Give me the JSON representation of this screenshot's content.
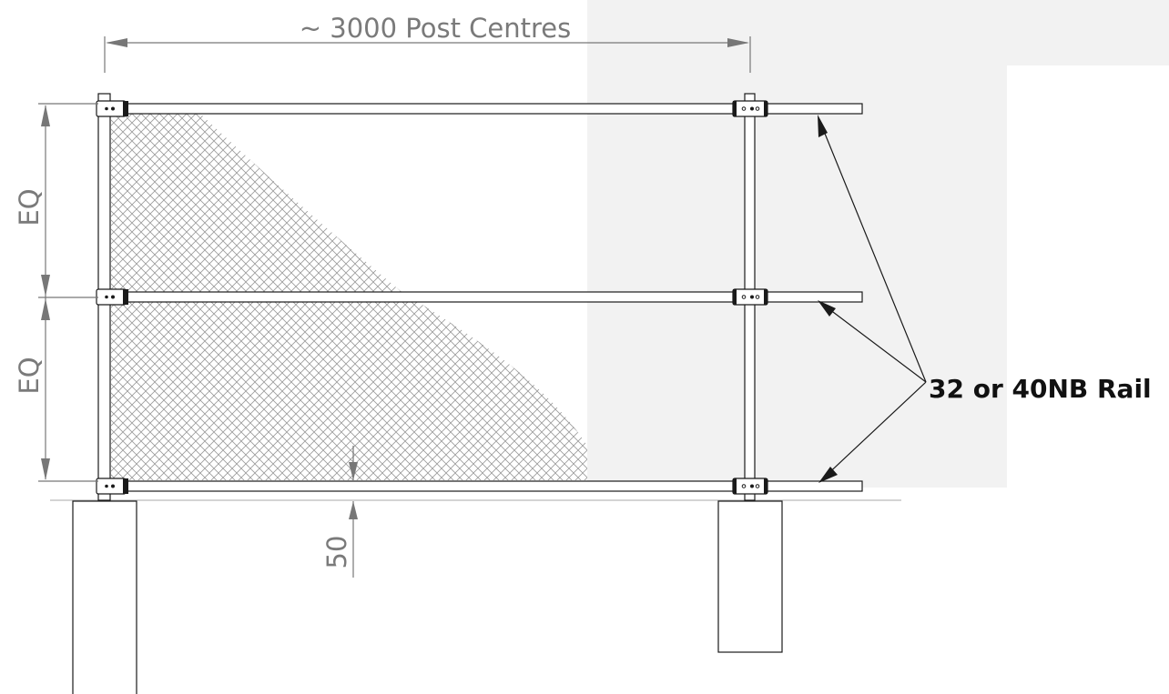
{
  "labels": {
    "post_centres": "~ 3000 Post Centres",
    "eq_upper": "EQ",
    "eq_lower": "EQ",
    "clearance": "50",
    "rail_callout": "32 or 40NB Rail"
  },
  "colors": {
    "line": "#1a1a1a",
    "dimension": "#777777",
    "mesh": "#9a9a9a",
    "shade": "#f2f2f2"
  }
}
